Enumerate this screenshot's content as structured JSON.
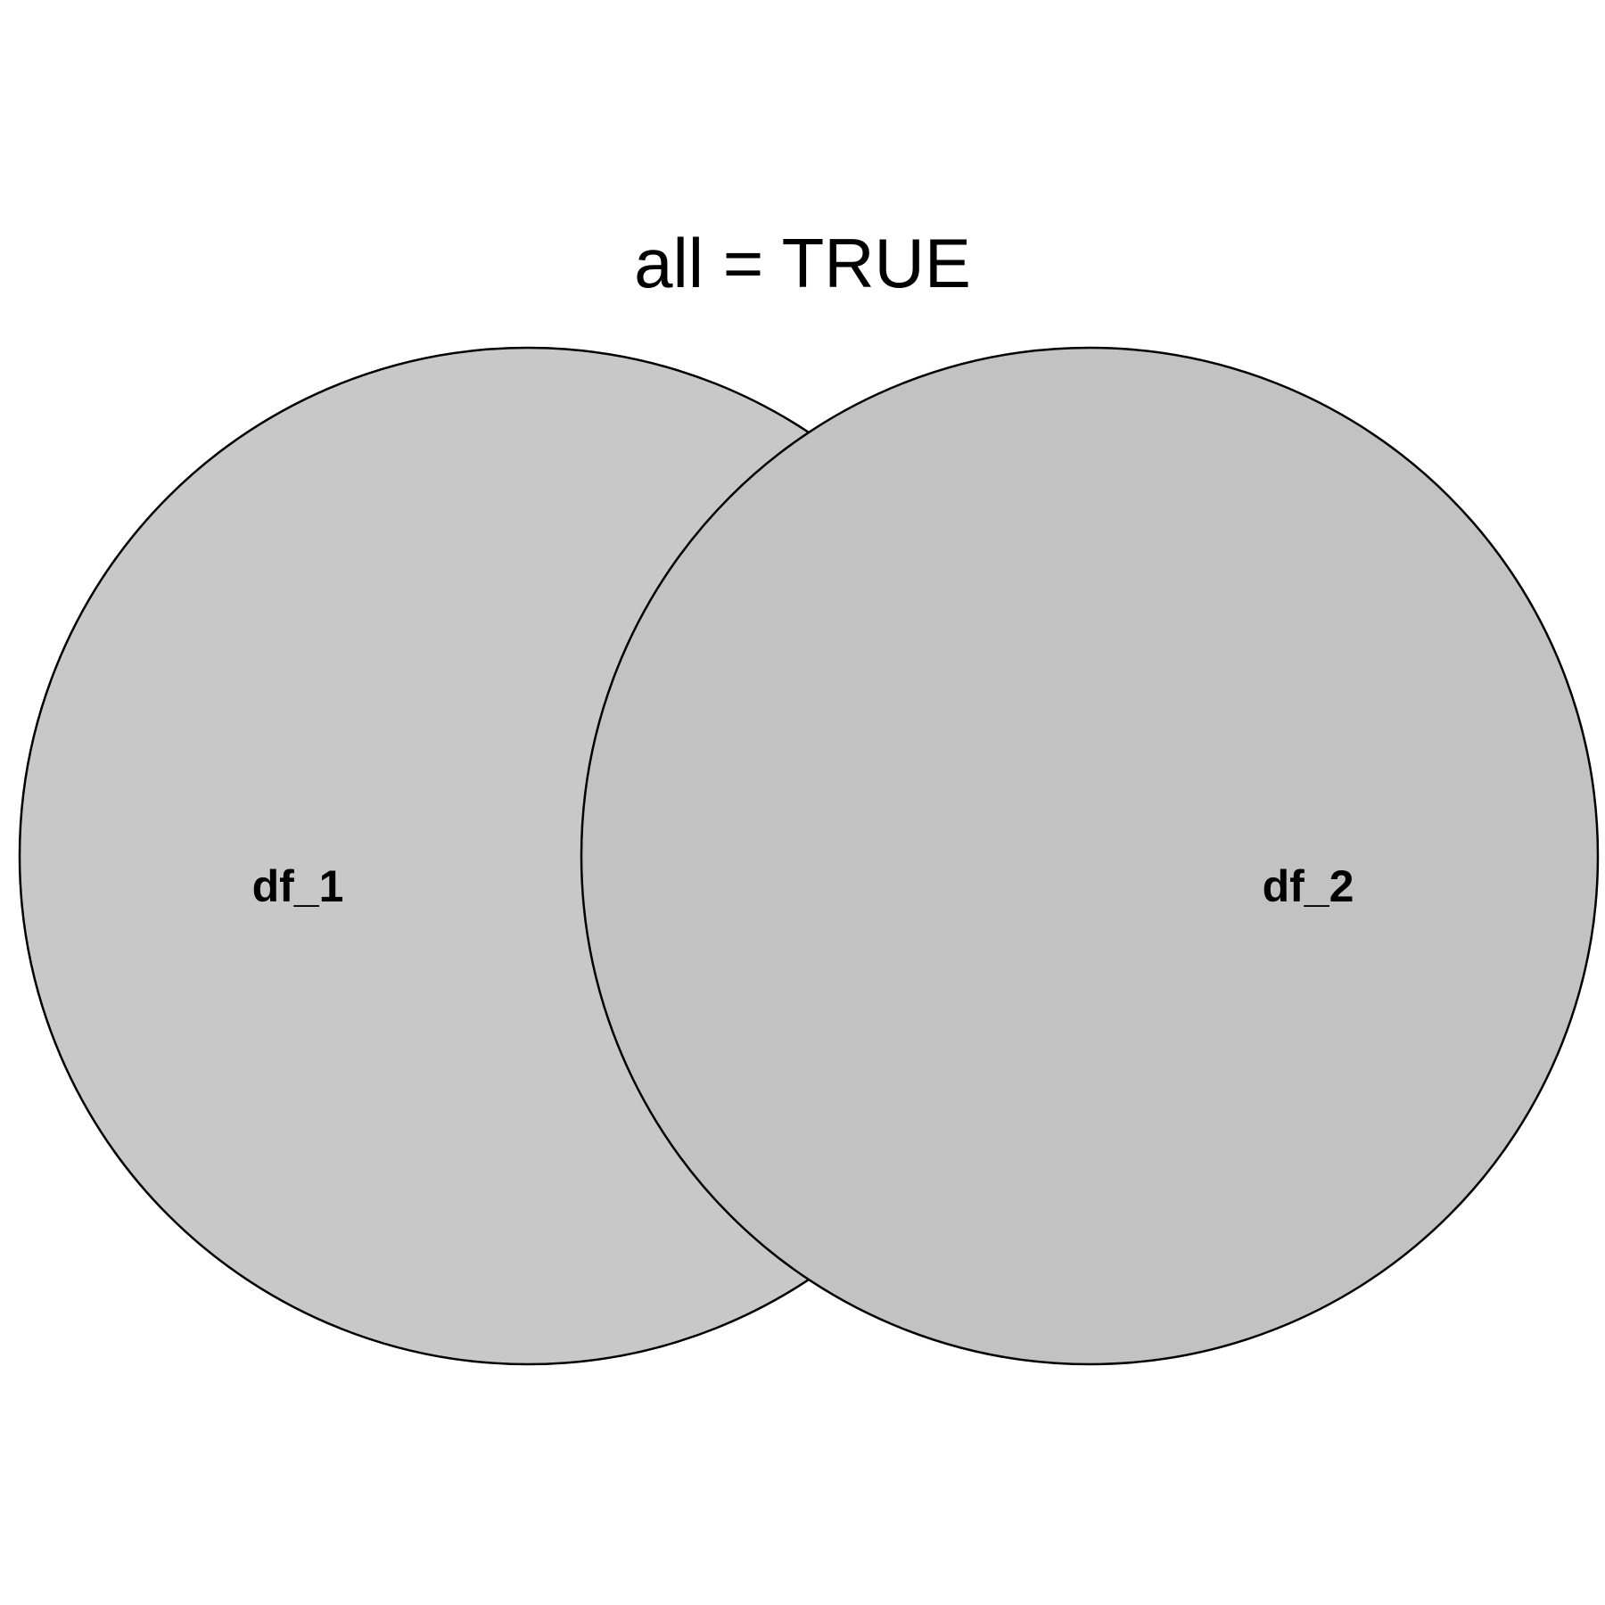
{
  "title": "all = TRUE",
  "sets": [
    {
      "label": "df_1",
      "fill": "#c8c8c8"
    },
    {
      "label": "df_2",
      "fill": "#c2c2c2"
    }
  ],
  "overlap_fill": "#c2c2c2",
  "stroke_color": "#000000",
  "background": "#ffffff"
}
